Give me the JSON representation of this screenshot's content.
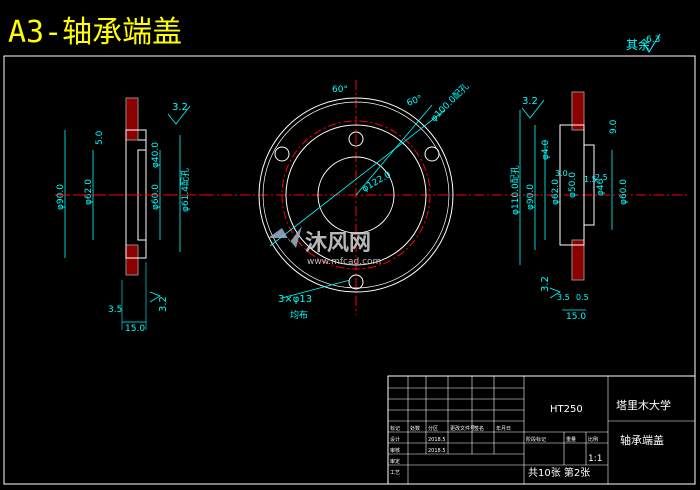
{
  "drawing": {
    "title": "A3-轴承端盖",
    "roughness_note": {
      "label": "其余",
      "value": "6.3"
    },
    "watermark": {
      "brand": "沐风网",
      "url": "www.mfcad.com"
    }
  },
  "left_view": {
    "roughness": [
      "3.2",
      "3.2"
    ],
    "dims": {
      "top_small": "5.0",
      "d1": "φ90.0",
      "d2": "φ62.0",
      "d3": "φ40.0",
      "d4": "φ60.0",
      "d5": "φ61.4配孔",
      "bottom_small": "3.5",
      "width": "15.0"
    }
  },
  "front_view": {
    "dims": {
      "angle1": "60°",
      "angle2": "60°",
      "pcd": "φ100.0配孔",
      "holes": "3×φ13",
      "holes_note": "均布",
      "center": "φ122.0"
    }
  },
  "right_view": {
    "roughness": [
      "3.2",
      "3.2"
    ],
    "dims": {
      "top": "9.0",
      "d_a": "φ110.0配孔",
      "d_b": "φ4.0",
      "d_c": "φ90.0",
      "d_d": "φ62.0",
      "d_e": "φ50.0",
      "d_f": "φ60.0",
      "d_g": "φ46",
      "r_a": "1.5",
      "r_b": "2.5",
      "r_c": "3.0",
      "r_d": "3.5",
      "r_e": "0.5",
      "width": "15.0"
    }
  },
  "title_block": {
    "material": "HT250",
    "school": "塔里木大学",
    "part_name": "轴承端盖",
    "scale": "1:1",
    "sheets": "共10张  第2张",
    "row_labels": [
      "标记",
      "设计",
      "审核",
      "审定",
      "工艺"
    ],
    "col_labels": [
      "处数",
      "分区",
      "更改文件号",
      "签名",
      "年月日"
    ],
    "designer": "2018.5",
    "checker": "2018.5",
    "stage_labels": [
      "阶段标记",
      "重量",
      "比例"
    ]
  }
}
